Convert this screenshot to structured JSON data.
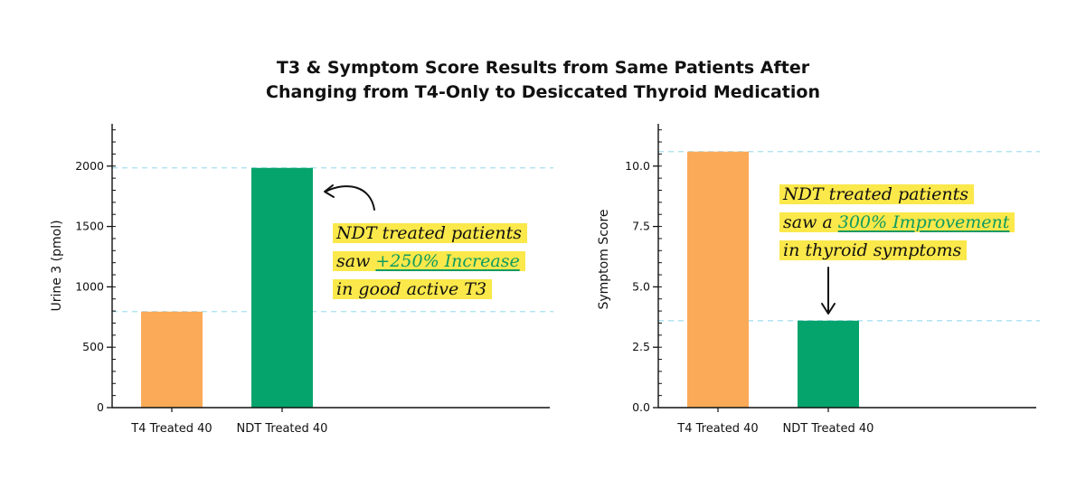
{
  "title": {
    "line1": "T3 & Symptom Score Results from Same Patients After",
    "line2": "Changing from T4-Only to Desiccated Thyroid Medication"
  },
  "colors": {
    "t4": "#fbaa57",
    "ndt": "#06a46d",
    "refline": "#a8dff0",
    "highlight": "#fbe84a",
    "accent_green": "#0f9b60"
  },
  "chart_data": [
    {
      "type": "bar",
      "categories": [
        "T4 Treated 40",
        "NDT Treated 40"
      ],
      "values": [
        795,
        1985
      ],
      "ylabel": "Urine 3 (pmol)",
      "xlabel": "",
      "ylim": [
        0,
        2350
      ],
      "yticks": [
        0,
        500,
        1000,
        1500,
        2000
      ],
      "ytick_labels": [
        "0",
        "500",
        "1000",
        "1500",
        "2000"
      ],
      "minor_tick_step": 100,
      "grid": false,
      "reference_lines": [
        795,
        1985
      ],
      "annotation": {
        "pre1": "NDT treated patients",
        "pre2": "saw ",
        "highlight": "+250% Increase",
        "post2": "",
        "line3": "in good active T3"
      }
    },
    {
      "type": "bar",
      "categories": [
        "T4 Treated 40",
        "NDT Treated 40"
      ],
      "values": [
        10.6,
        3.6
      ],
      "ylabel": "Symptom Score",
      "xlabel": "",
      "ylim": [
        0,
        11.75
      ],
      "yticks": [
        0,
        2.5,
        5,
        7.5,
        10
      ],
      "ytick_labels": [
        "0.0",
        "2.5",
        "5.0",
        "7.5",
        "10.0"
      ],
      "minor_tick_step": 0.5,
      "grid": false,
      "reference_lines": [
        10.6,
        3.6
      ],
      "annotation": {
        "pre1": "NDT treated patients",
        "pre2": "saw a ",
        "highlight": "300% Improvement",
        "post2": "",
        "line3": "in thyroid symptoms"
      }
    }
  ]
}
